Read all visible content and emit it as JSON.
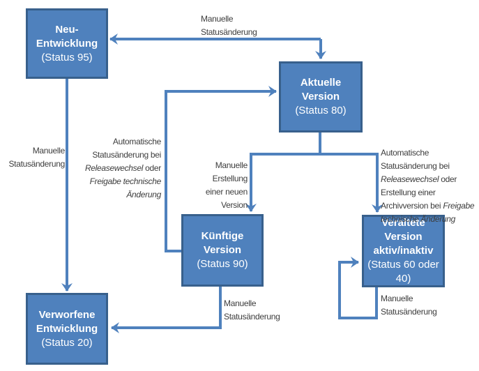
{
  "palette": {
    "box_fill": "#4f81bd",
    "box_border": "#38608c",
    "box_text": "#ffffff",
    "arrow": "#4f81bd",
    "label_text": "#3d3d3d",
    "page_bg": "#ffffff"
  },
  "boxes": {
    "neu": {
      "title_lines": [
        "Neu-",
        "Entwicklung"
      ],
      "status_lines": [
        "(Status 95)"
      ]
    },
    "aktuelle": {
      "title_lines": [
        "Aktuelle",
        "Version"
      ],
      "status_lines": [
        "(Status 80)"
      ]
    },
    "kuenftige": {
      "title_lines": [
        "Künftige",
        "Version"
      ],
      "status_lines": [
        "(Status 90)"
      ]
    },
    "veraltete": {
      "title_lines": [
        "Veraltete",
        "Version",
        "aktiv/inaktiv"
      ],
      "status_lines": [
        "(Status 60 oder",
        "40)"
      ]
    },
    "verworfene": {
      "title_lines": [
        "Verworfene",
        "Entwicklung"
      ],
      "status_lines": [
        "(Status 20)"
      ]
    }
  },
  "labels": {
    "manual_top": {
      "l1": "Manuelle",
      "l2": "Statusänderung"
    },
    "manual_left": {
      "l1": "Manuelle",
      "l2": "Statusänderung"
    },
    "auto_left": {
      "l1": "Automatische",
      "l2": "Statusänderung bei",
      "l3_italic": "Releasewechsel",
      "l3_rest": "oder",
      "l4_italic": "Freigabe technische",
      "l5_italic": "Änderung"
    },
    "manual_new_version": {
      "l1": "Manuelle",
      "l2": "Erstellung",
      "l3": "einer neuen",
      "l4": "Version"
    },
    "auto_right": {
      "l1": "Automatische",
      "l2": "Statusänderung bei",
      "l3_italic": "Releasewechsel",
      "l3_rest": "oder",
      "l4": "Erstellung einer",
      "l5_pre": "Archivversion bei",
      "l5_italic": "Freigabe",
      "l6_italic": "technische Änderung"
    },
    "manual_bottom": {
      "l1": "Manuelle",
      "l2": "Statusänderung"
    },
    "manual_loop": {
      "l1": "Manuelle",
      "l2": "Statusänderung"
    }
  },
  "edges": [
    {
      "from": "aktuelle",
      "to": "neu",
      "label": "manual_top",
      "bidirectional": true
    },
    {
      "from": "neu",
      "to": "verworfene",
      "label": "manual_left"
    },
    {
      "from": "kuenftige",
      "to": "aktuelle",
      "label": "auto_left"
    },
    {
      "from": "aktuelle",
      "to": "kuenftige",
      "label": "manual_new_version"
    },
    {
      "from": "aktuelle",
      "to": "veraltete",
      "label": "auto_right"
    },
    {
      "from": "kuenftige",
      "to": "verworfene",
      "label": "manual_bottom"
    },
    {
      "from": "veraltete",
      "to": "veraltete",
      "label": "manual_loop"
    }
  ]
}
